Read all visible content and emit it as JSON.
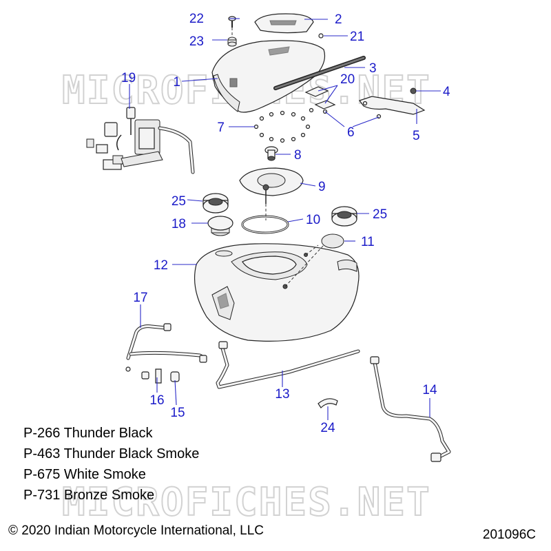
{
  "watermark": "MICROFICHES.NET",
  "callouts": {
    "c1": "1",
    "c2": "2",
    "c3": "3",
    "c4": "4",
    "c5": "5",
    "c6": "6",
    "c7": "7",
    "c8": "8",
    "c9": "9",
    "c10": "10",
    "c11": "11",
    "c12": "12",
    "c13": "13",
    "c14": "14",
    "c15": "15",
    "c16": "16",
    "c17": "17",
    "c18": "18",
    "c19": "19",
    "c20": "20",
    "c21": "21",
    "c22": "22",
    "c23": "23",
    "c24": "24",
    "c25a": "25",
    "c25b": "25"
  },
  "paint_codes": [
    "P-266 Thunder Black",
    "P-463 Thunder Black Smoke",
    "P-675 White Smoke",
    "P-731 Bronze Smoke"
  ],
  "copyright": "© 2020 Indian Motorcycle International, LLC",
  "fiche_id": "201096C",
  "colors": {
    "callout": "#1a1ac8",
    "outline": "#222222",
    "watermark": "#d2d2d2"
  }
}
